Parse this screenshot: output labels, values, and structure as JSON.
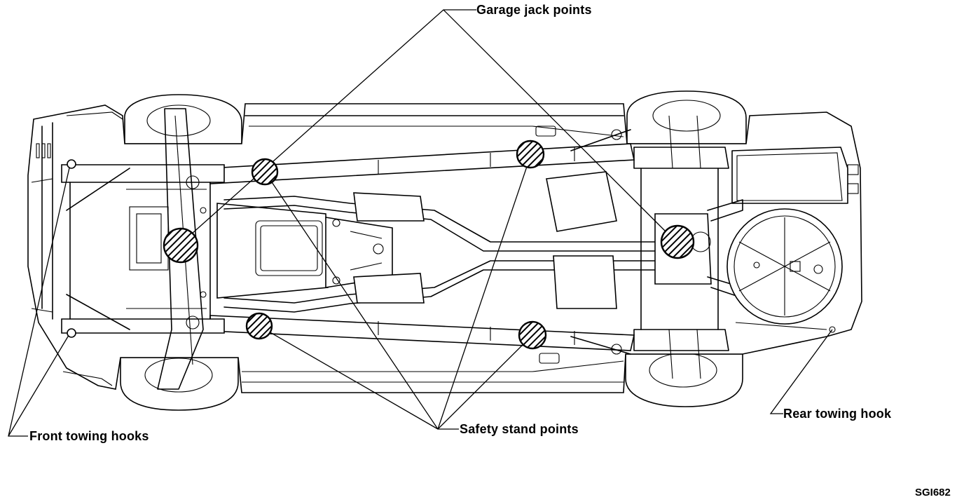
{
  "labels": {
    "garage_jack_points": "Garage jack points",
    "safety_stand_points": "Safety stand points",
    "front_towing_hooks": "Front towing hooks",
    "rear_towing_hook": "Rear towing hook"
  },
  "figure_code": "SGI682",
  "colors": {
    "ink": "#000000",
    "paper": "#ffffff"
  },
  "icons": {
    "jack_point": "hatched-circle-icon",
    "stand_point": "hatched-circle-icon",
    "spare_wheel": "spare-wheel-icon"
  }
}
